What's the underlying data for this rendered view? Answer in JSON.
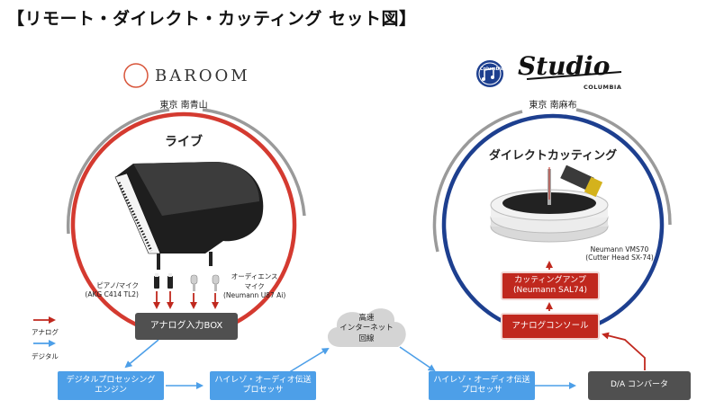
{
  "title": "【リモート・ダイレクト・カッティング セット図】",
  "left_site": {
    "logo_text": "BAROOM",
    "location": "東京 南青山",
    "section_label": "ライブ",
    "piano_mic_label": "ピアノ/マイク\n(AKG C414 TL2)",
    "audience_mic_label": "オーディエンス\nマイク\n(Neumann  U87 Ai)"
  },
  "right_site": {
    "logo_badge_text": "Columbia",
    "logo_script_text": "Studio",
    "logo_sub_text": "COLUMBIA",
    "location": "東京 南麻布",
    "section_label": "ダイレクトカッティング",
    "lathe_label": "Neumann VMS70\n(Cutter Head SX-74)"
  },
  "boxes": {
    "analog_input": "アナログ入力BOX",
    "digital_processing": "デジタルプロセッシング\nエンジン",
    "hires_left": "ハイレゾ・オーディオ伝送\nプロセッサ",
    "cloud": "高速\nインターネット\n回線",
    "hires_right": "ハイレゾ・オーディオ伝送\nプロセッサ",
    "da_converter": "D/A コンバータ",
    "analog_console": "アナログコンソール",
    "cutting_amp": "カッティングアンプ\n(Neumann SAL74)"
  },
  "legend": {
    "analog": "アナログ",
    "digital": "デジタル"
  },
  "colors": {
    "red_ring": "#d43a30",
    "blue_ring": "#1d3f8f",
    "gray_ring": "#9a9a9a",
    "analog_arrow": "#c0281e",
    "digital_arrow": "#4d9fe8",
    "blue_box": "#4d9fe8",
    "dark_box": "#505050",
    "red_box": "#c0281e"
  }
}
